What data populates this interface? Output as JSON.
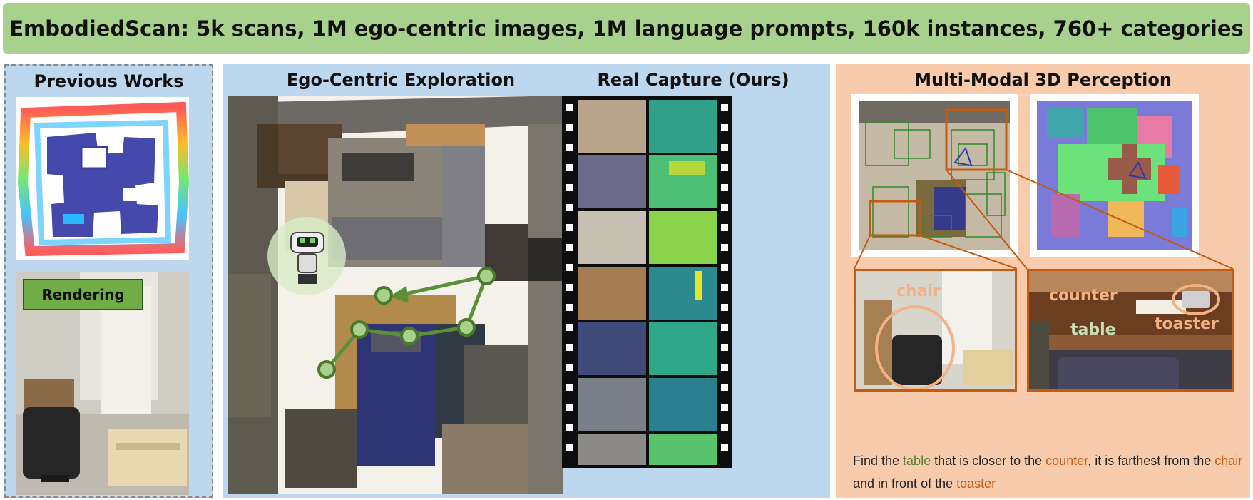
{
  "banner": {
    "text": "EmbodiedScan: 5k scans, 1M ego-centric images, 1M language prompts, 160k instances, 760+ categories"
  },
  "panels": {
    "previous": {
      "title": "Previous Works",
      "rendering_label": "Rendering"
    },
    "ego": {
      "title": "Ego-Centric Exploration",
      "real_title": "Real Capture (Ours)"
    },
    "multimodal": {
      "title": "Multi-Modal 3D Perception",
      "labels": {
        "chair": "chair",
        "counter": "counter",
        "table": "table",
        "toaster": "toaster"
      }
    }
  },
  "caption": {
    "p1": "Find the ",
    "w_table": "table",
    "p2": " that is closer to the ",
    "w_counter": "counter",
    "p3": ", it is farthest from the ",
    "w_chair": "chair",
    "p4": " and in front of the ",
    "w_toaster": "toaster"
  },
  "colors": {
    "banner": "#a9d18e",
    "panel_blue": "#bdd7ee",
    "panel_orange": "#f8cbad",
    "trajectory": "#5b8f3a",
    "highlight_orange": "#c55a11"
  }
}
